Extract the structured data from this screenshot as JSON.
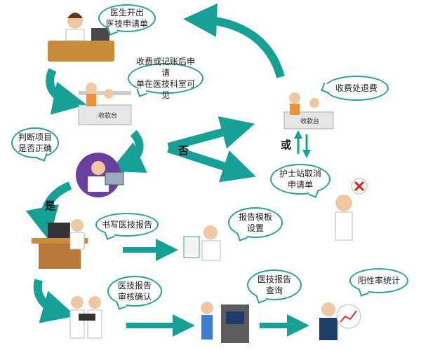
{
  "steps": {
    "doctor_issue": "医生开出\n医技申请单",
    "payment_visible": "收费或记账后申请\n单在医技科室可见",
    "judge_item": "判断项目\n是否正确",
    "write_report": "书写医技报告",
    "report_template": "报告模板\n设置",
    "review_confirm": "医技报告\n审核确认",
    "report_query": "医技报告\n查询",
    "positive_rate": "阳性率统计",
    "refund": "收费处退费",
    "nurse_cancel": "护士站取消\n申请单"
  },
  "branch_labels": {
    "no": "否",
    "yes": "是",
    "or": "或"
  },
  "counter_label": "收款台",
  "colors": {
    "arrow": "#16a096",
    "bubble_border": "#2aa198",
    "nav": "#1e3f66"
  }
}
